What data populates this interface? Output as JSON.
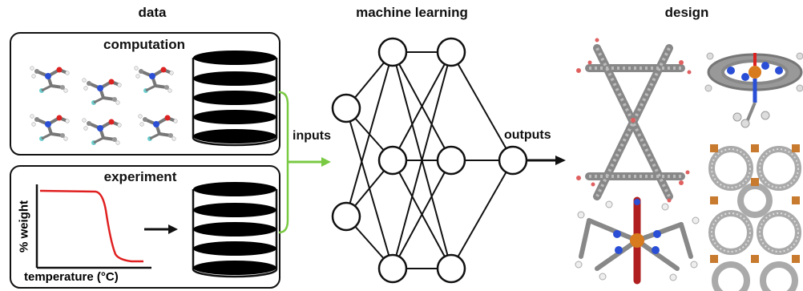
{
  "columns": {
    "data_title": "data",
    "ml_title": "machine learning",
    "design_title": "design"
  },
  "data_panel": {
    "computation_label": "computation",
    "experiment_label": "experiment",
    "plot": {
      "ylabel": "% weight",
      "xlabel": "temperature (°C)",
      "curve_color": "#e02020"
    }
  },
  "network": {
    "inputs_label": "inputs",
    "outputs_label": "outputs",
    "layers": [
      2,
      3,
      3,
      1
    ]
  },
  "colors": {
    "connector_green": "#7ac943",
    "ink": "#111111"
  }
}
